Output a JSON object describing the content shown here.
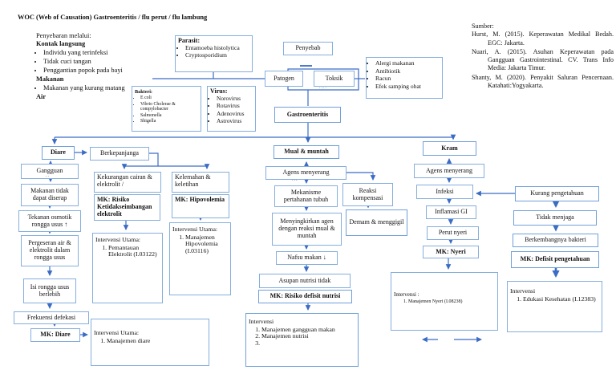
{
  "title": "WOC (Web of Causation) Gastroenteritis / flu perut / flu lambung",
  "left_info": {
    "heading": "Penyebaran melalui:",
    "kontak_heading": "Kontak langsung",
    "kontak_items": [
      "Individu yang terinfeksi",
      "Tidak cuci tangan",
      "Penggantian popok pada bayi"
    ],
    "makanan_heading": "Makanan",
    "makanan_items": [
      "Makanan yang kurang matang"
    ],
    "air_heading": "Air"
  },
  "sources": {
    "heading": "Sumber:",
    "refs": [
      "Hurst, M. (2015). Keperawatan Medikal Bedah. EGC: Jakarta.",
      "Nuari, A. (2015). Asuhan Keperawatan pada Gangguan Gastrointestinal. CV. Trans Info Media: Jakarta Timur.",
      "Shanty, M. (2020). Penyakit Saluran Pencernaan. Katahati:Yogyakarta."
    ]
  },
  "agents": {
    "parasit": {
      "heading": "Parasit:",
      "items": [
        "Entamoeba histolytica",
        "Cryptosporidium"
      ]
    },
    "bakteri": {
      "heading": "Bakteri:",
      "items": [
        "E coli",
        "Vibrio Cholerae & compylobacter",
        "Salmonella",
        "Shigella"
      ]
    },
    "virus": {
      "heading": "Virus:",
      "items": [
        "Norovirus",
        "Rotavirus",
        "Adenovirus",
        "Astrovirus"
      ]
    },
    "toksik_causes": [
      "Alergi makanan",
      "Antibiotik",
      "Racun",
      "Efek samping obat"
    ]
  },
  "nodes": {
    "penyebab": "Penyebab",
    "patogen": "Patogen",
    "toksik": "Toksik",
    "gastroenteritis": "Gastroenteritis",
    "diare": "Diare",
    "berkepanjangan": "Berkepanjanga",
    "gangguan": "Gangguan",
    "makanan_tidak_diserap": "Makanan tidak dapat diserap",
    "tekanan_osmotik": "Tekanan osmotik rongga usus ↑",
    "pergeseran": "Pergeseran air & elektrolit dalam rongga usus",
    "isi_rongga": "Isi rongga usus berlebih",
    "frekuensi_defekasi": "Frekuensi defekasi",
    "mk_diare": "MK: Diare",
    "kekurangan_cairan": "Kekurangan cairan & elektrolit /",
    "mk_elektrolit": "MK: Risiko Ketidakseimbangan elektrolit",
    "kelemahan": "Kelemahan & keletihan",
    "mk_hipovolemia": "MK: Hipovolemia",
    "mual_muntah": "Mual & muntah",
    "agens_menyerang_mual": "Agens menyerang",
    "mekanisme": "Mekanisme pertahanan tubuh",
    "menyingkirkan": "Menyingkirkan agen dengan reaksi mual & muntah",
    "nafsu_makan": "Nafsu makan ↓",
    "asupan_nutrisi": "Asupan nutrisi tidak",
    "mk_defisit_nutrisi": "MK: Risiko defisit nutrisi",
    "reaksi_kompensasi": "Reaksi kompensasi",
    "demam_menggigil": "Demam & menggigil",
    "kram": "Kram",
    "agens_menyerang_kram": "Agens menyerang",
    "infeksi": "Infeksi",
    "inflamasi_gi": "Inflamasi GI",
    "perut_nyeri": "Perut nyeri",
    "mk_nyeri": "MK: Nyeri",
    "kurang_pengetahuan": "Kurang pengetahuan",
    "tidak_menjaga": "Tidak menjaga",
    "berkembang_bakteri": "Berkembangnya bakteri",
    "mk_defisit_pengetahuan": "MK: Defisit pengetahuan"
  },
  "interventions": {
    "elektrolit": {
      "heading": "Intervensi Utama:",
      "items": [
        "Pemantauan Elektrolit (I.03122)"
      ]
    },
    "hipovolemia": {
      "heading": "Intervensi Utama:",
      "items": [
        "Manajemen Hipovolemia (I.03116)"
      ]
    },
    "diare": {
      "heading": "Intervensi Utama:",
      "items": [
        "Manajemen diare"
      ]
    },
    "nutrisi": {
      "heading": "Intervensi",
      "items": [
        "Manajemen gangguan makan",
        "Manajemen nutrisi",
        ""
      ]
    },
    "nyeri": {
      "heading": "Intervensi :",
      "items": [
        "Manajemen Nyeri (I.08238)"
      ]
    },
    "edukasi": {
      "heading": "Intervensi",
      "items": [
        "Edukasi Kesehatan (I.12383)"
      ]
    }
  },
  "decor": {
    "toksik_dots": "....",
    "agens_mual_dots": "...",
    "gangguan_dots": ".."
  },
  "colors": {
    "box_border": "#85AEDC",
    "line": "#3B6CC5",
    "text": "#111111"
  }
}
